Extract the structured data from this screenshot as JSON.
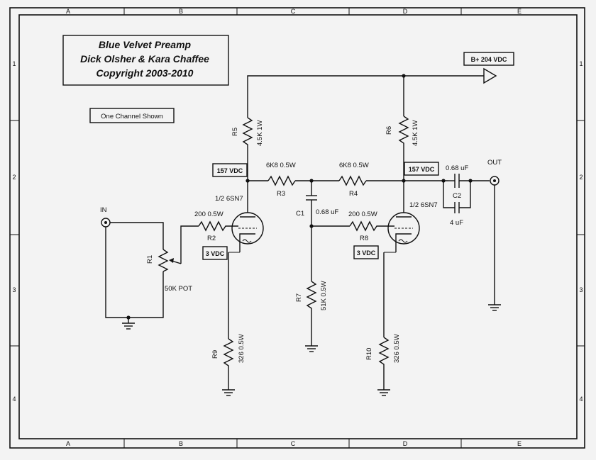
{
  "title_block": {
    "line1": "Blue Velvet Preamp",
    "line2": "Dick Olsher & Kara Chaffee",
    "line3": "Copyright 2003-2010"
  },
  "note": "One Channel Shown",
  "grid": {
    "columns": [
      "A",
      "B",
      "C",
      "D",
      "E"
    ],
    "rows": [
      "1",
      "2",
      "3",
      "4"
    ]
  },
  "supply": "B+ 204 VDC",
  "voltages": {
    "plate_left": "157 VDC",
    "plate_right": "157 VDC",
    "cathode_left": "3 VDC",
    "cathode_right": "3 VDC"
  },
  "labels": {
    "in": "IN",
    "out": "OUT",
    "r1": "R1",
    "r1_value": "50K POT",
    "r2": "R2",
    "r2_value": "200 0.5W",
    "r3": "R3",
    "r3_value": "6K8  0.5W",
    "r4": "R4",
    "r4_value": "6K8 0.5W",
    "r5": "R5",
    "r5_value": "4.5K 1W",
    "r6": "R6",
    "r6_value": "4.5K 1W",
    "r7": "R7",
    "r7_value": "51K 0.5W",
    "r8": "R8",
    "r8_value": "200 0.5W",
    "r9": "R9",
    "r9_value": "326 0.5W",
    "r10": "R10",
    "r10_value": "326 0.5W",
    "c1": "C1",
    "c1_value": "0.68 uF",
    "c2": "C2",
    "c2_value_top": "0.68 uF",
    "c2_value_bottom": "4 uF",
    "v1": "1/2 6SN7",
    "v2": "1/2 6SN7"
  }
}
